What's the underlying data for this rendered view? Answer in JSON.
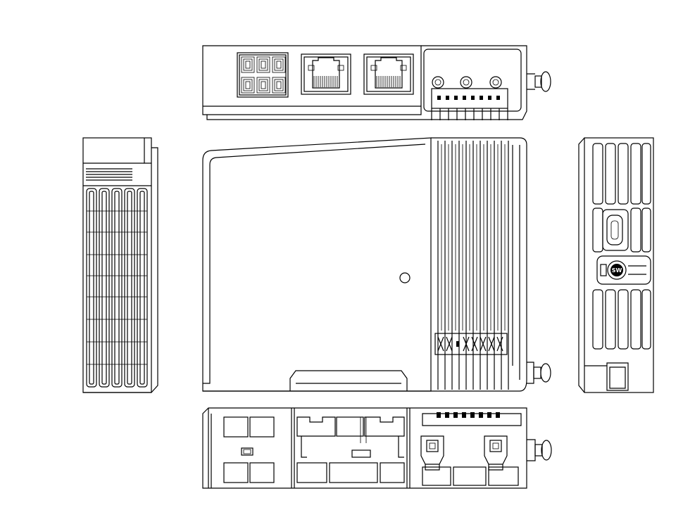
{
  "drawing": {
    "views": {
      "top": {
        "name": "top-view"
      },
      "front": {
        "name": "front-view"
      },
      "left": {
        "name": "left-side-view"
      },
      "right": {
        "name": "right-side-view",
        "switch_label": "SW"
      },
      "bottom": {
        "name": "bottom-view"
      }
    },
    "colors": {
      "line": "#000000",
      "background": "#ffffff"
    }
  }
}
